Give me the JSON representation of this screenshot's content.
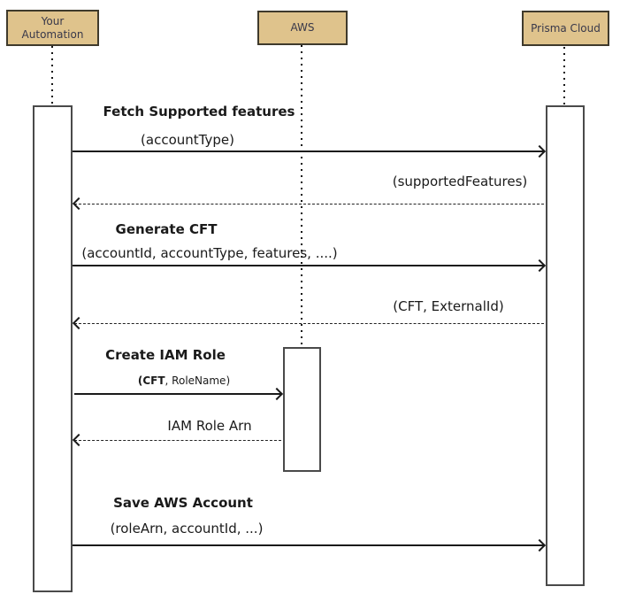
{
  "colors": {
    "actor-fill": "#dfc38c",
    "actor-border": "#3f3a2c",
    "actor-text": "#38384a",
    "line": "#1a1a1a",
    "bar-border": "#4a4a4a",
    "bg": "#ffffff"
  },
  "diagram_type": "sequence",
  "actors": [
    {
      "id": "your-automation",
      "label": "Your\nAutomation"
    },
    {
      "id": "aws",
      "label": "AWS"
    },
    {
      "id": "prisma-cloud",
      "label": "Prisma Cloud"
    }
  ],
  "messages": [
    {
      "title": "Fetch Supported features",
      "params": "(accountType)",
      "from": "Your Automation",
      "to": "Prisma Cloud",
      "arrow": "solid"
    },
    {
      "title": "",
      "params": "(supportedFeatures)",
      "from": "Prisma Cloud",
      "to": "Your Automation",
      "arrow": "dashed"
    },
    {
      "title": "Generate CFT",
      "params": "(accountId, accountType, features, ....)",
      "from": "Your Automation",
      "to": "Prisma Cloud",
      "arrow": "solid"
    },
    {
      "title": "",
      "params": "(CFT, ExternalId)",
      "from": "Prisma Cloud",
      "to": "Your Automation",
      "arrow": "dashed"
    },
    {
      "title": "Create IAM Role",
      "params_bold": "(CFT",
      "params_rest": ", RoleName)",
      "from": "Your Automation",
      "to": "AWS",
      "arrow": "solid"
    },
    {
      "title": "",
      "params": "IAM Role Arn",
      "from": "AWS",
      "to": "Your Automation",
      "arrow": "dashed"
    },
    {
      "title": "Save AWS Account",
      "params": "(roleArn, accountId, ...)",
      "from": "Your Automation",
      "to": "Prisma Cloud",
      "arrow": "solid"
    }
  ]
}
